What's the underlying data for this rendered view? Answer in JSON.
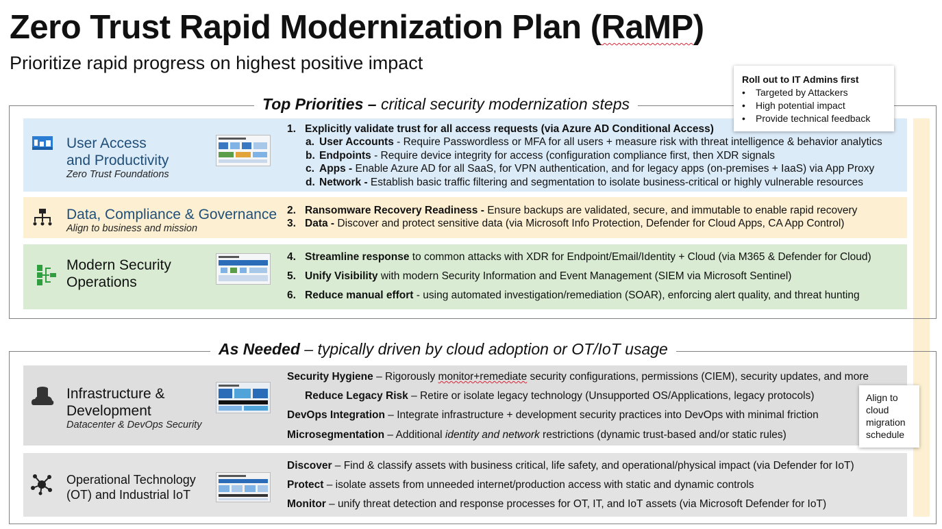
{
  "header": {
    "title_prefix": "Zero Trust Rapid Modernization Plan (",
    "title_ramp": "RaMP",
    "title_suffix": ")",
    "subtitle": "Prioritize rapid progress on highest positive impact"
  },
  "top_section": {
    "heading_bold": "Top Priorities –",
    "heading_rest": " critical security modernization steps"
  },
  "needed_section": {
    "heading_bold": "As Needed",
    "heading_rest": " – typically driven by cloud adoption or OT/IoT usage"
  },
  "callout_admins": {
    "title": "Roll out to IT Admins first",
    "bullet_char": "•",
    "items": [
      "Targeted by Attackers",
      "High potential impact",
      "Provide technical feedback"
    ]
  },
  "callout_cloud": {
    "lines": [
      "Align to",
      "cloud",
      "migration",
      "schedule"
    ]
  },
  "bands": {
    "user_access": {
      "icon": "user-access-icon",
      "title_line1": "User Access",
      "title_line2": "and Productivity",
      "subtitle": "Zero Trust Foundations",
      "item1": {
        "num": "1.",
        "text": "Explicitly validate trust for all access requests (via Azure AD Conditional Access)"
      },
      "subitems": [
        {
          "letter": "a.",
          "label": "User Accounts",
          "text": " - Require Passwordless or MFA for all users + measure risk with threat intelligence & behavior analytics"
        },
        {
          "letter": "b.",
          "label": "Endpoints",
          "text": " - Require device integrity for access (configuration compliance first, then XDR signals"
        },
        {
          "letter": "c.",
          "label": "Apps -",
          "text": " Enable Azure AD for all SaaS, for VPN authentication, and for legacy apps (on-premises + IaaS) via App Proxy"
        },
        {
          "letter": "d.",
          "label": "Network -",
          "text": " Establish basic traffic filtering and segmentation to isolate business-critical or highly vulnerable resources"
        }
      ]
    },
    "data_compliance": {
      "icon": "org-chart-icon",
      "title": "Data, Compliance & Governance",
      "subtitle": "Align to business and mission",
      "items": [
        {
          "num": "2.",
          "label": "Ransomware Recovery Readiness -",
          "text": " Ensure backups are validated, secure, and immutable to enable rapid recovery"
        },
        {
          "num": "3.",
          "label": "Data -",
          "text": " Discover and protect sensitive data (via Microsoft Info Protection, Defender for Cloud Apps, CA App Control)"
        }
      ]
    },
    "security_ops": {
      "icon": "security-operations-icon",
      "title_line1": "Modern Security",
      "title_line2": "Operations",
      "items": [
        {
          "num": "4.",
          "label": "Streamline response",
          "text": " to common attacks with XDR for Endpoint/Email/Identity + Cloud (via M365 & Defender for Cloud)"
        },
        {
          "num": "5.",
          "label": "Unify Visibility",
          "text": " with modern Security Information and Event Management (SIEM via Microsoft Sentinel)"
        },
        {
          "num": "6.",
          "label": "Reduce manual effort",
          "text": " - using automated investigation/remediation (SOAR), enforcing alert quality, and threat hunting"
        }
      ]
    },
    "infrastructure": {
      "icon": "database-cloud-icon",
      "title_line1": "Infrastructure &",
      "title_line2": "Development",
      "subtitle": "Datacenter & DevOps Security",
      "items": [
        {
          "label": "Security Hygiene",
          "text_a": " – Rigorously ",
          "text_squiggle": "monitor+remediate",
          "text_b": " security configurations, permissions (CIEM), security updates, and more"
        },
        {
          "label": "Reduce Legacy Risk",
          "text": " – Retire or isolate legacy technology (Unsupported OS/Applications, legacy protocols)"
        },
        {
          "label": "DevOps Integration",
          "text": " – Integrate infrastructure + development security practices into DevOps with minimal friction"
        },
        {
          "label": "Microsegmentation",
          "text_a": " – Additional ",
          "text_italic": "identity and network",
          "text_b": " restrictions (dynamic trust-based and/or static rules)"
        }
      ]
    },
    "ot_iot": {
      "icon": "iot-network-icon",
      "title_line1": "Operational Technology",
      "title_line2": "(OT) and Industrial IoT",
      "items": [
        {
          "label": "Discover",
          "text": " – Find & classify assets with business critical, life safety, and operational/physical impact (via Defender for IoT)"
        },
        {
          "label": "Protect",
          "text": " – isolate assets from unneeded internet/production access with static and dynamic controls"
        },
        {
          "label": "Monitor",
          "text": " – unify threat detection and response processes for OT, IT, and IoT assets (via Microsoft Defender for IoT)"
        }
      ]
    }
  },
  "colors": {
    "blue_band": "#dcebf8",
    "yellow_band": "#fdf0d2",
    "green_band": "#d9ecd3",
    "gray_band": "#dedede",
    "accent_blue": "#1f4e79",
    "icon_blue": "#2a7dd2",
    "icon_green": "#2e9e3e"
  }
}
